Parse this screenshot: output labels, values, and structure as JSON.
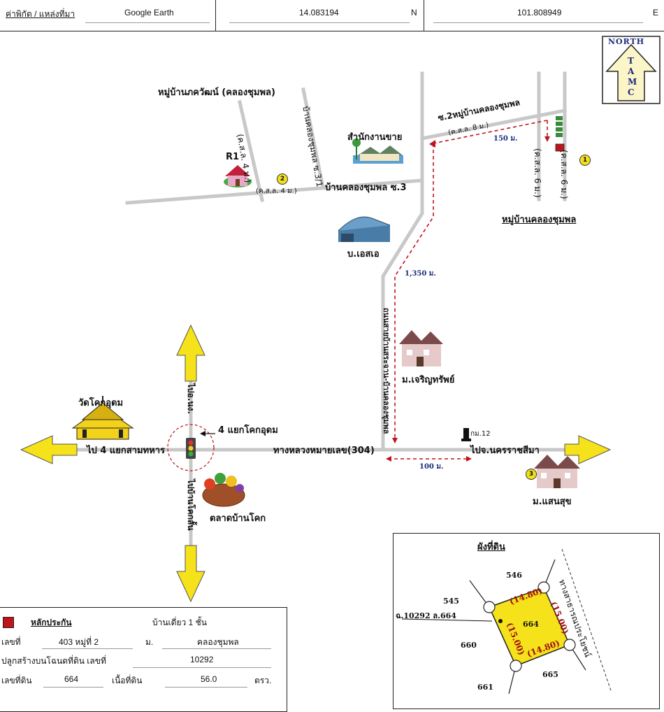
{
  "header": {
    "label": "ค่าพิกัด / แหล่งที่มา",
    "source": "Google Earth",
    "lat": "14.083194",
    "lat_dir": "N",
    "lon": "101.808949",
    "lon_dir": "E"
  },
  "compass": {
    "word": "NORTH",
    "letters": "TAMC"
  },
  "places": {
    "village_top": "หมู่บ้านภควัฒน์ (คลองชุมพล)",
    "r1": "R1",
    "road_ks4_v": "(ค.ส.ล. 4 ม.)",
    "road_ks4_h": "(ค.ส.ล. 4 ม.)",
    "soi31": "บ้านคลองชุมพล ซ.3/1",
    "sales_office": "สำนักงานขาย",
    "soi3": "บ้านคลองชุมพล ซ.3",
    "soi2": "ซ.2หมู่บ้านคลองชุมพล",
    "soi2_width": "(ค.ส.ล. 8 ม.)",
    "dist150": "150 ม.",
    "road_6_left": "(ค.ส.ล. 6 ม.)",
    "road_6_right": "(ค.ส.ล. 6 ม.)",
    "village_right": "หมู่บ้านคลองชุมพล",
    "company": "บ.เอสเอ",
    "dist1350": "1,350 ม.",
    "main_road_v": "ถนนสายบ้านสระจาน-บ้านคลองชุมพล",
    "charoen": "ม.เจริญทรัพย์",
    "temple": "วัดโคกอุดม",
    "to_sam_thahan": "ไป 4 แยกสามทหาร",
    "to_north": "ไปอ.นง.",
    "junction": "4 แยกโคกอุดม",
    "highway": "ทางหลวงหมายเลข(304)",
    "km12": "กม.12",
    "to_korat": "ไปจ.นครราชสีมา",
    "dist100": "100 ม.",
    "saensuk": "ม.แสนสุข",
    "to_ban_khok": "ไปบ้านโคกสั้น",
    "market": "ตลาดบ้านโคก"
  },
  "markers": {
    "m1": "1",
    "m2": "2",
    "m3": "3"
  },
  "legend": {
    "title": "หลักประกัน",
    "type": "บ้านเดี่ยว 1 ชั้น",
    "house_no_label": "เลขที่",
    "house_no": "403 หมู่ที่ 2",
    "moo_label": "ม.",
    "moo_value": "คลองชุมพล",
    "deed_label": "ปลูกสร้างบนโฉนดที่ดิน เลขที่",
    "deed_no": "10292",
    "land_no_label": "เลขที่ดิน",
    "land_no": "664",
    "area_label": "เนื้อที่ดิน",
    "area": "56.0",
    "area_unit": "ตรว."
  },
  "plan": {
    "title": "ผังที่ดิน",
    "n546": "546",
    "n545": "545",
    "n660": "660",
    "n661": "661",
    "n665": "665",
    "parcel": "664",
    "deed_ref": "ฉ.10292 ล.664",
    "top_len": "(14.80)",
    "bottom_len": "(14.80)",
    "left_len": "(15.00)",
    "right_len": "(15.00)",
    "road": "ทางสาธารณประโยชน์"
  },
  "colors": {
    "arrow": "#f5e21a",
    "red": "#c0141c",
    "road": "#c8c8c8",
    "marker": "#f2e01e"
  }
}
